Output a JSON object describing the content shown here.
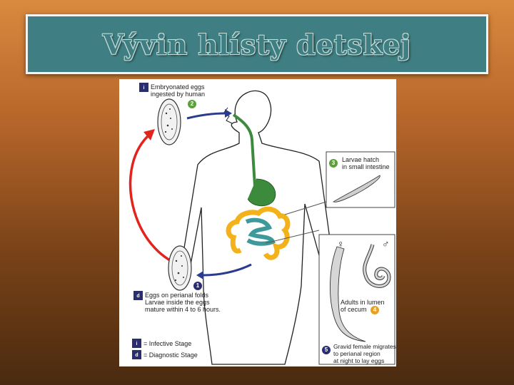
{
  "title": "Vývin hlísty detskej",
  "diagram": {
    "step1_egg_label": "Embryonated eggs\ningested by human",
    "step2_badge": "2",
    "step3_badge": "3",
    "step3_label": "Larvae hatch\nin small intestine",
    "step4_badge": "4",
    "step4_label": "Adults in lumen\nof cecum",
    "step5_badge": "5",
    "step5_label": "Gravid female migrates\nto perianal region\nat night to lay eggs",
    "step1_badge": "1",
    "stage_i_marker": "i",
    "stage_d_marker": "d",
    "step1_perianal_label": "Eggs on perianal folds\nLarvae inside the eggs\nmature within 4 to 6 hours.",
    "female_symbol": "♀",
    "male_symbol": "♂",
    "legend_infective": "= Infective Stage",
    "legend_diagnostic": "= Diagnostic Stage",
    "colors": {
      "blue_arrow": "#2b3c8f",
      "red_arrow": "#e3241c",
      "gut_green": "#3c8a3c",
      "gut_yellow": "#f3b21a",
      "gut_teal": "#3e9a9a"
    }
  }
}
